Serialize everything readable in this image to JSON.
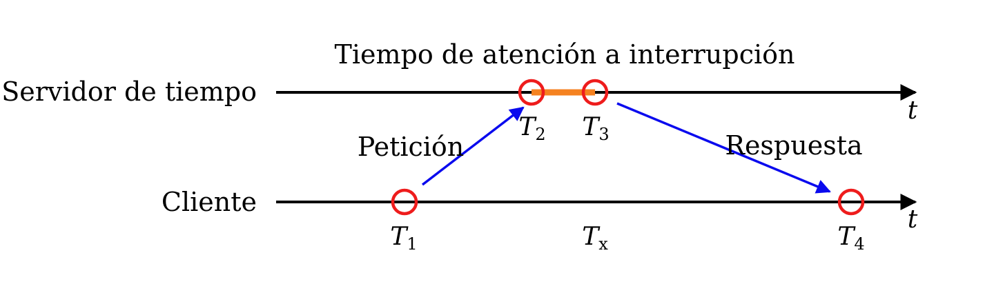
{
  "title": "Tiempo de atención a interrupción",
  "lines": {
    "server_label": "Servidor de tiempo",
    "client_label": "Cliente",
    "axis_symbol": "t"
  },
  "events": {
    "t1": {
      "base": "T",
      "sub": "1"
    },
    "t2": {
      "base": "T",
      "sub": "2"
    },
    "t3": {
      "base": "T",
      "sub": "3"
    },
    "t4": {
      "base": "T",
      "sub": "4"
    },
    "tx": {
      "base": "T",
      "sub": "x"
    }
  },
  "arrows": {
    "request_label": "Petición",
    "response_label": "Respuesta"
  },
  "colors": {
    "line": "#000000",
    "event_circle": "#ee1c1c",
    "message_arrow": "#0a0aee",
    "interrupt_bar": "#f58220"
  }
}
